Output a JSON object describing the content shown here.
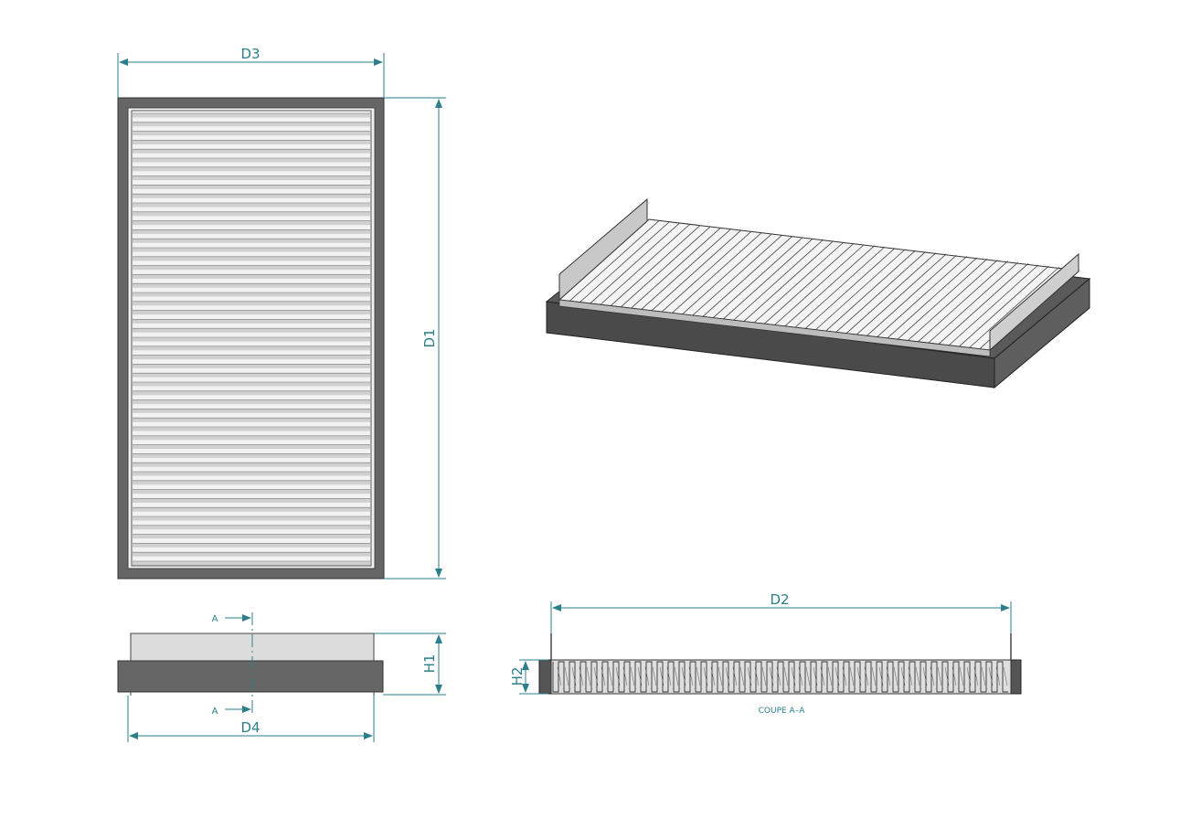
{
  "dimensions": {
    "d1": "D1",
    "d2": "D2",
    "d3": "D3",
    "d4": "D4",
    "h1": "H1",
    "h2": "H2"
  },
  "section": {
    "marker_top": "A",
    "marker_bottom": "A",
    "caption": "COUPE A–A"
  },
  "colors": {
    "dimension": "#2a7f8a",
    "frame": "#666666",
    "frame_dark": "#4a4a4a",
    "media": "#d4d4d4",
    "outline": "#222222"
  }
}
